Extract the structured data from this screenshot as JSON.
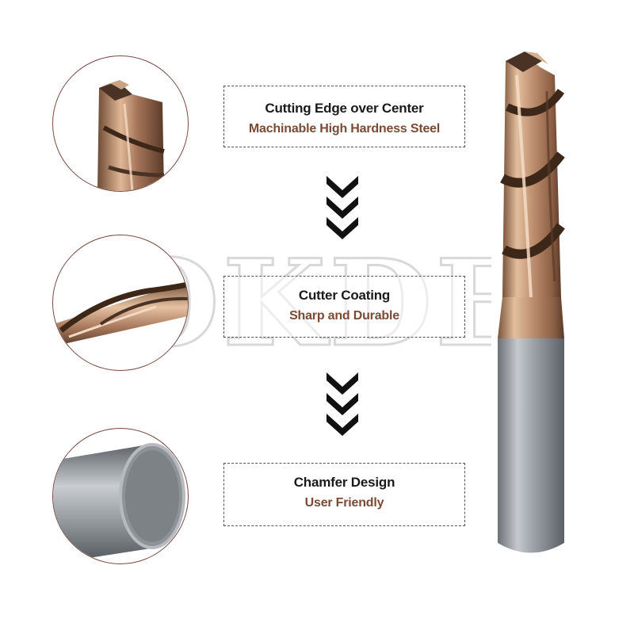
{
  "watermark": {
    "text": "OKDE"
  },
  "features": [
    {
      "title": "Cutting Edge over Center",
      "subtitle": "Machinable High Hardness Steel"
    },
    {
      "title": "Cutter Coating",
      "subtitle": "Sharp and Durable"
    },
    {
      "title": "Chamfer Design",
      "subtitle": "User Friendly"
    }
  ],
  "colors": {
    "coating": "#b98a6a",
    "shank": "#9aa0a6",
    "text_accent": "#7a4a35",
    "arrow": "#111111"
  }
}
